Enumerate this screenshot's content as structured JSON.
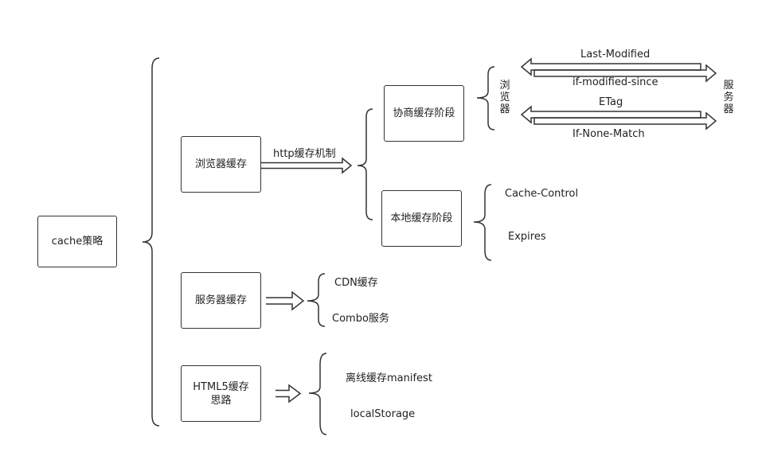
{
  "nodes": {
    "root": "cache策略",
    "browser_cache": "浏览器缓存",
    "server_cache": "服务器缓存",
    "html5_cache": [
      "HTML5缓存",
      "思路"
    ],
    "negotiate_stage": "协商缓存阶段",
    "local_stage": "本地缓存阶段"
  },
  "edge_labels": {
    "http_mechanism": "http缓存机制"
  },
  "headers": {
    "last_modified": "Last-Modified",
    "if_modified_since": "if-modified-since",
    "etag": "ETag",
    "if_none_match": "If-None-Match"
  },
  "vertical_labels": {
    "browser": "浏览器",
    "server": "服务器"
  },
  "local_items": [
    "Cache-Control",
    "Expires"
  ],
  "server_items": [
    "CDN缓存",
    "Combo服务"
  ],
  "html5_items": [
    "离线缓存manifest",
    "localStorage"
  ],
  "colors": {
    "stroke": "#333333",
    "text": "#222222",
    "background": "#ffffff"
  }
}
